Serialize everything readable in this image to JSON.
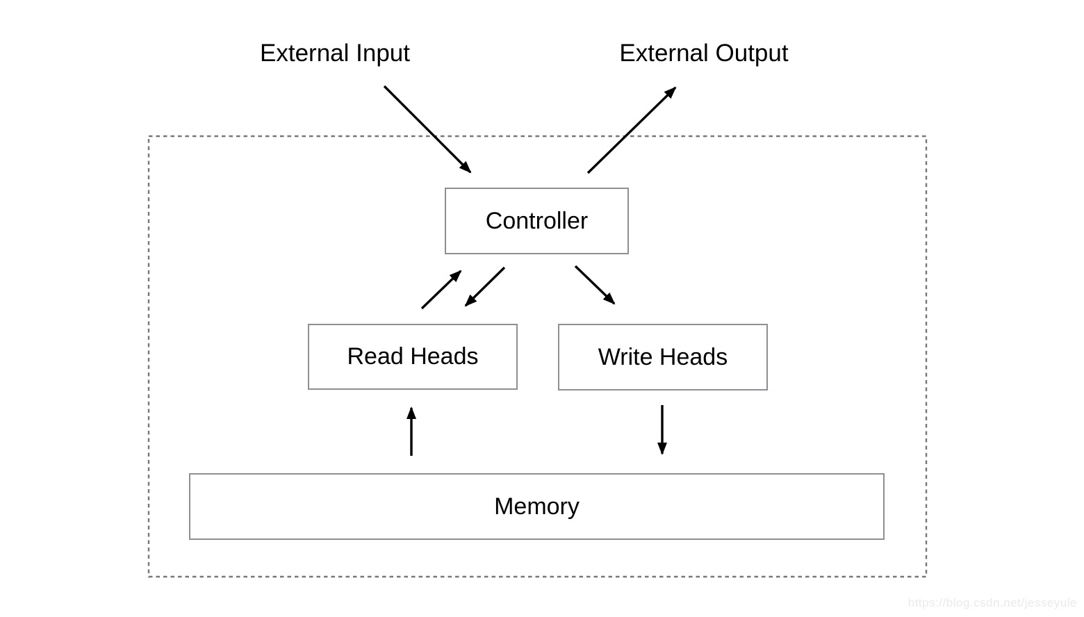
{
  "diagram": {
    "external_labels": {
      "input": "External Input",
      "output": "External Output"
    },
    "nodes": {
      "controller": {
        "label": "Controller"
      },
      "read_heads": {
        "label": "Read Heads"
      },
      "write_heads": {
        "label": "Write Heads"
      },
      "memory": {
        "label": "Memory"
      }
    },
    "edges": [
      {
        "from": "External Input",
        "to": "Controller"
      },
      {
        "from": "Controller",
        "to": "External Output"
      },
      {
        "from": "Read Heads",
        "to": "Controller"
      },
      {
        "from": "Controller",
        "to": "Read Heads"
      },
      {
        "from": "Controller",
        "to": "Write Heads"
      },
      {
        "from": "Memory",
        "to": "Read Heads"
      },
      {
        "from": "Write Heads",
        "to": "Memory"
      }
    ],
    "boundary": "dashed rectangle enclosing Controller, Read Heads, Write Heads and Memory"
  },
  "colors": {
    "background": "#ffffff",
    "box_border": "#8e8e93",
    "dashed_border": "#76767b",
    "arrow": "#000000",
    "text": "#000000",
    "watermark": "#eaeaea"
  },
  "watermark": {
    "text": "https://blog.csdn.net/jesseyule"
  }
}
